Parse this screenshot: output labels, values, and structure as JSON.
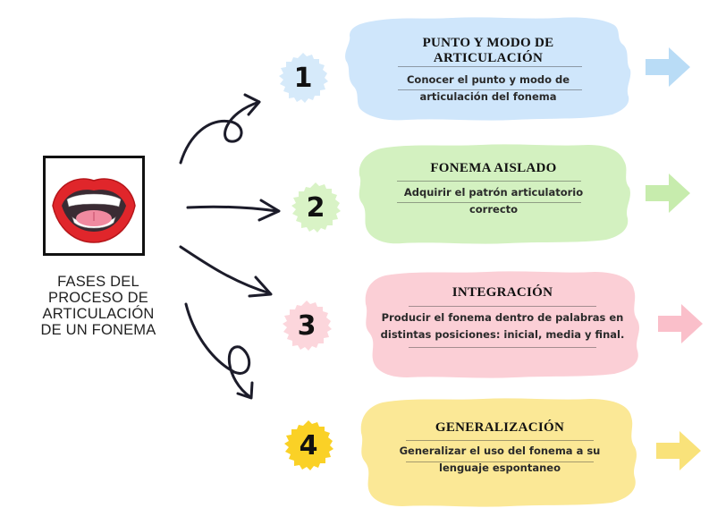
{
  "title": "FASES DEL PROCESO DE ARTICULACIÓN DE UN FONEMA",
  "title_lines": [
    "FASES DEL",
    "PROCESO DE",
    "ARTICULACIÓN",
    "DE UN FONEMA"
  ],
  "colors": {
    "blue": "#cfe6fb",
    "blue_badge": "#d6eafa",
    "green": "#d3f1c0",
    "green_badge": "#d9f3c6",
    "pink": "#fbcfd6",
    "pink_badge": "#fcd6dc",
    "yellow": "#fbe896",
    "yellow_badge": "#fad126",
    "arrow": "#1c1c2a"
  },
  "phases": [
    {
      "number": "1",
      "title_lines": [
        "PUNTO Y MODO DE",
        "ARTICULACIÓN"
      ],
      "desc_lines": [
        "Conocer el punto y modo de",
        "articulación del fonema"
      ]
    },
    {
      "number": "2",
      "title_lines": [
        "FONEMA AISLADO"
      ],
      "desc_lines": [
        "Adquirir el patrón articulatorio",
        "correcto"
      ]
    },
    {
      "number": "3",
      "title_lines": [
        "INTEGRACIÓN"
      ],
      "desc_lines": [
        "Producir el fonema dentro de palabras en",
        "distintas posiciones: inicial, media y final."
      ]
    },
    {
      "number": "4",
      "title_lines": [
        "GENERALIZACIÓN"
      ],
      "desc_lines": [
        "Generalizar el uso del fonema a su",
        "lenguaje espontaneo"
      ]
    }
  ]
}
